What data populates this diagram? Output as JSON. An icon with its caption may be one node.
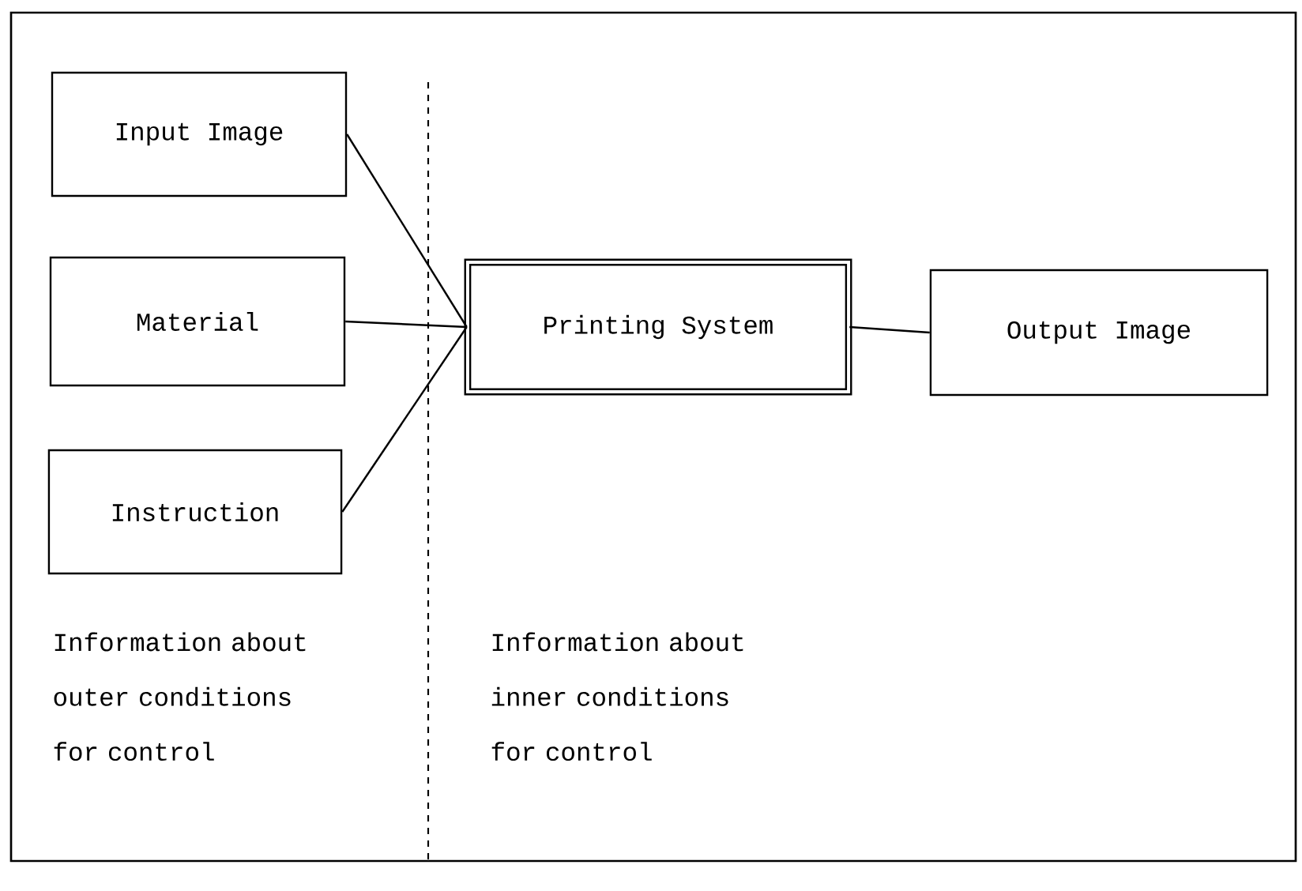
{
  "diagram": {
    "nodes": [
      {
        "text": [
          "Input Image"
        ]
      },
      {
        "text": [
          "Material"
        ]
      },
      {
        "text": [
          "Instruction"
        ]
      },
      {
        "text": [
          "Printing System"
        ]
      },
      {
        "text": [
          "Output Image"
        ]
      }
    ],
    "edges": [
      {
        "from": 0,
        "to": 3,
        "arrow": "none"
      },
      {
        "from": 1,
        "to": 3,
        "arrow": "none"
      },
      {
        "from": 2,
        "to": 3,
        "arrow": "none"
      },
      {
        "from": 3,
        "to": 4,
        "arrow": "none"
      }
    ],
    "labels": [
      "Information about outer conditions for control",
      "Information about inner conditions for control"
    ]
  }
}
